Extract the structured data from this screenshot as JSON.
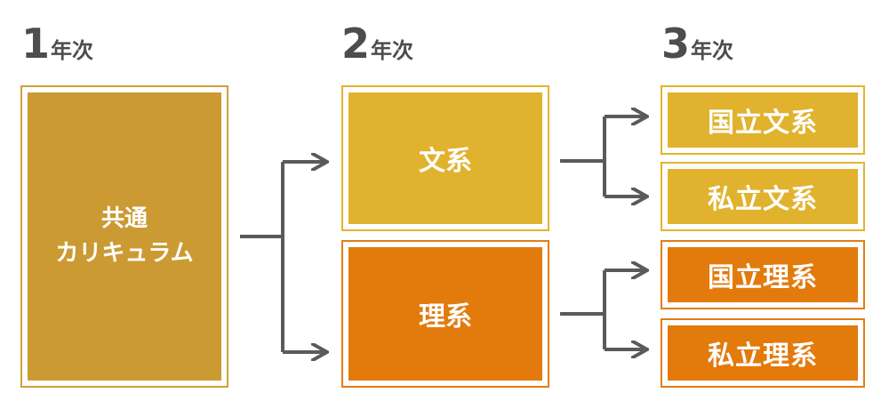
{
  "years": [
    {
      "num": "1",
      "unit": "年次"
    },
    {
      "num": "2",
      "unit": "年次"
    },
    {
      "num": "3",
      "unit": "年次"
    }
  ],
  "common": {
    "line1": "共通",
    "line2": "カリキュラム"
  },
  "second_year": {
    "bunkei": "文系",
    "rikei": "理系"
  },
  "third_year": {
    "kokuritsu_bunkei": "国立文系",
    "shiritsu_bunkei": "私立文系",
    "kokuritsu_rikei": "国立理系",
    "shiritsu_rikei": "私立理系"
  },
  "colors": {
    "common": "#cc9a33",
    "bunkei": "#e1b22d",
    "rikei": "#e27a0c",
    "connector": "#5a5a5a",
    "heading": "#4d4d4d"
  }
}
